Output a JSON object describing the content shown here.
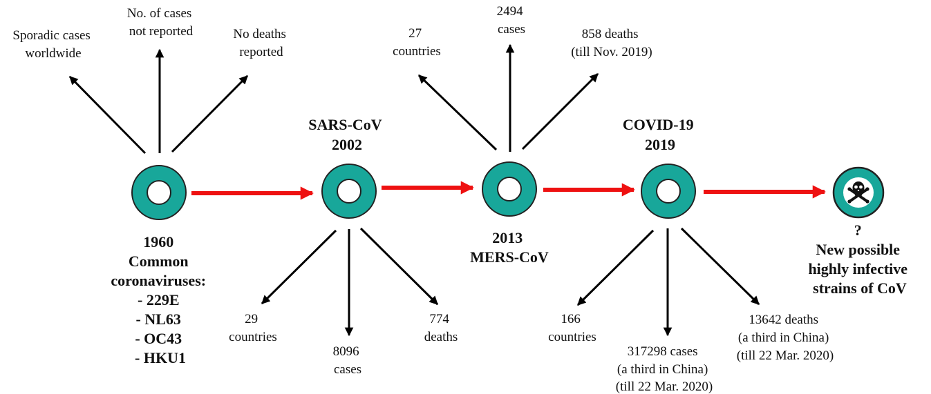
{
  "colors": {
    "node_ring": "#18a79a",
    "node_ring_stroke": "#222222",
    "timeline_arrow": "#ee1111",
    "branch_arrow": "#000000"
  },
  "nodes": [
    {
      "icon": "ring-icon",
      "branches_up": [
        [
          "Sporadic cases",
          "worldwide"
        ],
        [
          "No. of cases",
          "not reported"
        ],
        [
          "No deaths",
          "reported"
        ]
      ],
      "caption_lines": [
        "1960",
        "Common",
        "coronaviruses:",
        "- 229E",
        "- NL63",
        "- OC43",
        "- HKU1"
      ]
    },
    {
      "icon": "ring-icon",
      "title_lines": [
        "SARS-CoV",
        "2002"
      ],
      "branches_down": [
        [
          "29",
          "countries"
        ],
        [
          "8096",
          "cases"
        ],
        [
          "774",
          "deaths"
        ]
      ]
    },
    {
      "icon": "ring-icon",
      "branches_up": [
        [
          "27",
          "countries"
        ],
        [
          "2494",
          "cases"
        ],
        [
          "858 deaths",
          "(till Nov. 2019)"
        ]
      ],
      "caption_lines": [
        "2013",
        "MERS-CoV"
      ]
    },
    {
      "icon": "ring-icon",
      "title_lines": [
        "COVID-19",
        "2019"
      ],
      "branches_down": [
        [
          "166",
          "countries"
        ],
        [
          "317298 cases",
          "(a third in China)",
          "(till 22 Mar. 2020)"
        ],
        [
          "13642 deaths",
          "(a third in China)",
          "(till 22 Mar. 2020)"
        ]
      ]
    },
    {
      "icon": "skull-crossbones-icon",
      "caption_lines": [
        "?",
        "New possible",
        "highly infective",
        "strains of CoV"
      ]
    }
  ]
}
